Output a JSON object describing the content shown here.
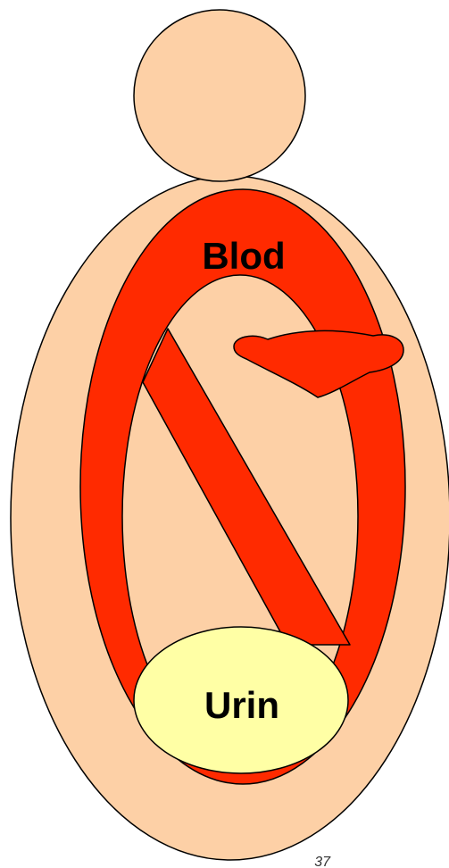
{
  "labels": {
    "blood": "Blod",
    "urine": "Urin",
    "footer_fragment": "37"
  },
  "colors": {
    "skin": "#FDD0A6",
    "blood": "#FF2A00",
    "urine": "#FFFFA5",
    "outline": "#000000"
  }
}
